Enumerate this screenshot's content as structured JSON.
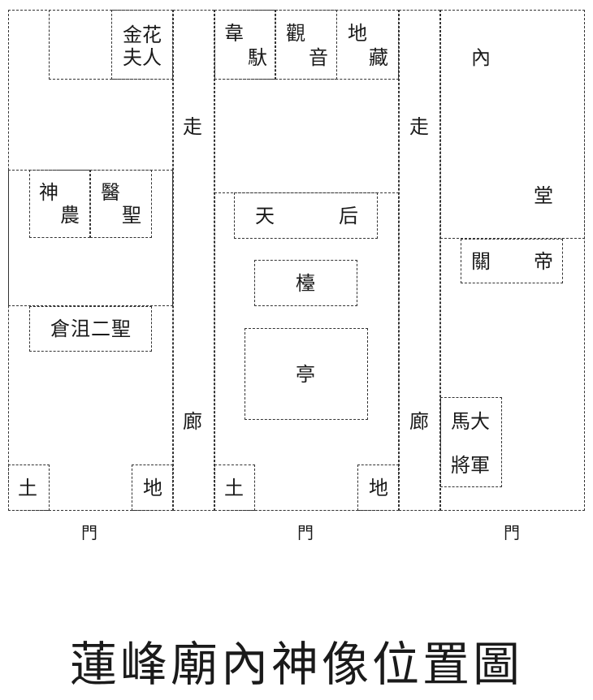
{
  "title": "蓮峰廟內神像位置圖",
  "corridor": {
    "top": "走",
    "bottom": "廊"
  },
  "left_hall": {
    "jinhua": [
      "金花",
      "夫人"
    ],
    "shennong": [
      "神",
      "農"
    ],
    "yisheng": [
      "醫",
      "聖"
    ],
    "cangju": "倉沮二聖",
    "tudi": [
      "土",
      "地"
    ]
  },
  "center_hall": {
    "weituo": [
      "韋",
      "馱"
    ],
    "guanyin": [
      "觀",
      "音"
    ],
    "dizang": [
      "地",
      "藏"
    ],
    "tianhou": [
      "天",
      "后"
    ],
    "altar": "檯",
    "pavilion": "亭",
    "tudi": [
      "土",
      "地"
    ]
  },
  "right_hall": {
    "neitang": [
      "內",
      "堂"
    ],
    "guandi": [
      "關",
      "帝"
    ],
    "madajiangjun": [
      "馬大",
      "將軍"
    ]
  },
  "gates": [
    "門",
    "門",
    "門"
  ]
}
